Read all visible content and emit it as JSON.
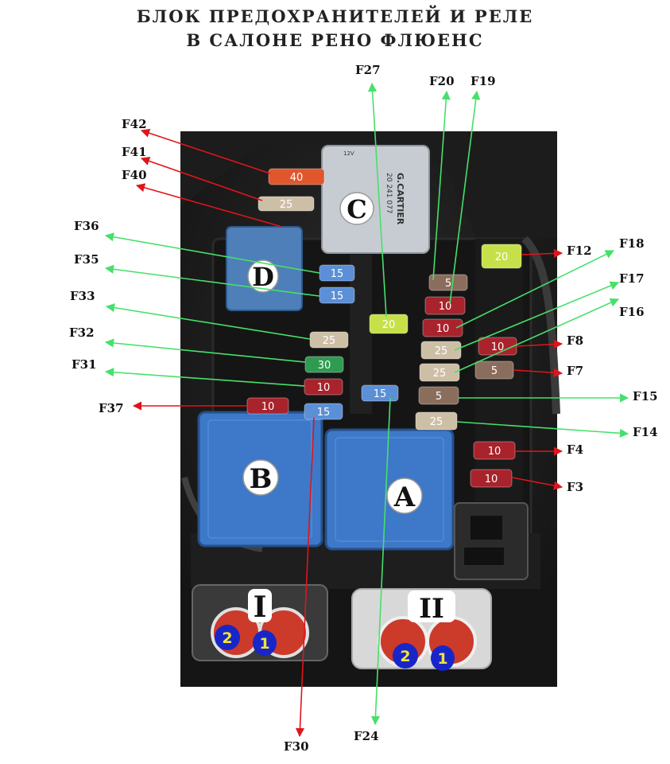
{
  "title_line1": "БЛОК ПРЕДОХРАНИТЕЛЕЙ И РЕЛЕ",
  "title_line2": "В САЛОНЕ РЕНО ФЛЮЕНС",
  "fuse_labels": {
    "F42": "F42",
    "F41": "F41",
    "F40": "F40",
    "F36": "F36",
    "F35": "F35",
    "F33": "F33",
    "F32": "F32",
    "F31": "F31",
    "F37": "F37",
    "F27": "F27",
    "F20": "F20",
    "F19": "F19",
    "F18": "F18",
    "F12": "F12",
    "F17": "F17",
    "F16": "F16",
    "F8": "F8",
    "F7": "F7",
    "F15": "F15",
    "F14": "F14",
    "F4": "F4",
    "F3": "F3",
    "F30": "F30",
    "F24": "F24"
  },
  "relays": {
    "A": "A",
    "B": "B",
    "C": "C",
    "D": "D",
    "C_text_line1": "G.CARTIER",
    "C_text_line2": "20 241 077",
    "C_text_line3": "12V"
  },
  "connectors": {
    "I": "I",
    "II": "II",
    "I_pin1": "1",
    "I_pin2": "2",
    "II_pin1": "1",
    "II_pin2": "2"
  },
  "fuse_ratings": {
    "F42": "40",
    "F41": "25",
    "F36": "15",
    "F35": "15",
    "F33": "25",
    "F32": "30",
    "F31": "10",
    "F37": "10",
    "F30": "15",
    "F27": "20",
    "F24": "15",
    "F20": "5",
    "F19": "10",
    "F18": "10",
    "F17": "25",
    "F16": "25",
    "F15": "5",
    "F14": "25",
    "F12": "20",
    "F8": "10",
    "F7": "5",
    "F4": "10",
    "F3": "10"
  },
  "colors": {
    "arrow_red": "#e0141b",
    "arrow_green": "#46e06a",
    "fuse_red": "#a8232c",
    "fuse_blue": "#5b8fd6",
    "fuse_beige": "#cdbfa6",
    "fuse_green": "#2f9b50",
    "fuse_yellow": "#c6e04a",
    "fuse_orange": "#e0572e",
    "fuse_brown": "#8a6d5c",
    "relay_blue": "#3e78c8",
    "relay_grey": "#c7ccd3"
  }
}
